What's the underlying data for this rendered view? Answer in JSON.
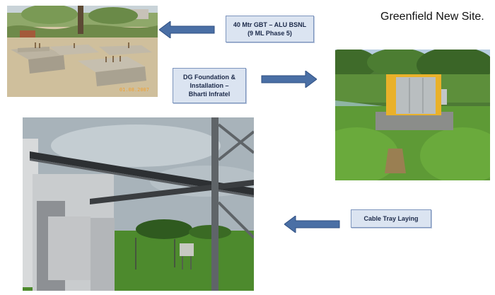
{
  "title": "Greenfield New Site.",
  "captions": {
    "gbt": {
      "line1": "40 Mtr GBT – ALU BSNL",
      "line2": "(9 ML Phase 5)"
    },
    "dg": {
      "line1": "DG Foundation &",
      "line2": "Installation –",
      "line3": "Bharti Infratel"
    },
    "cable": {
      "line1": "Cable Tray Laying"
    }
  },
  "photo_stamps": {
    "foundation_date": "01.08.2007"
  },
  "colors": {
    "arrow": "#4a6fa5",
    "label_bg": "#dbe4f1",
    "label_border": "#7d95bd",
    "dg_cabinet": "#f2a81c"
  }
}
